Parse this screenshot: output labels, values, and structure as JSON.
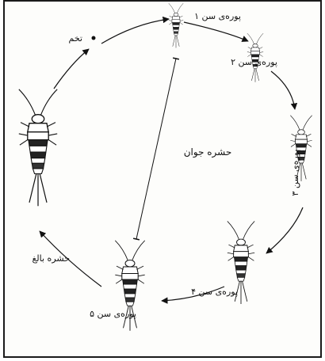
{
  "labels": {
    "egg": "تخم",
    "nymph1": "پوره‌ی سن ۱",
    "nymph2": "پوره‌ی سن ۲",
    "nymph3": "پوره‌ی سن ۳",
    "nymph4": "پوره‌ی سن ۴",
    "nymph5": "پوره‌ی سن ۵",
    "adult": "حشره بالغ",
    "young": "حشره جوان"
  },
  "colors": {
    "ink": "#111111",
    "background": "#fdfdfb",
    "border": "#1a1a1a"
  },
  "icons": {
    "egg": "egg-dot-icon",
    "insect": "silverfish-insect-icon"
  }
}
